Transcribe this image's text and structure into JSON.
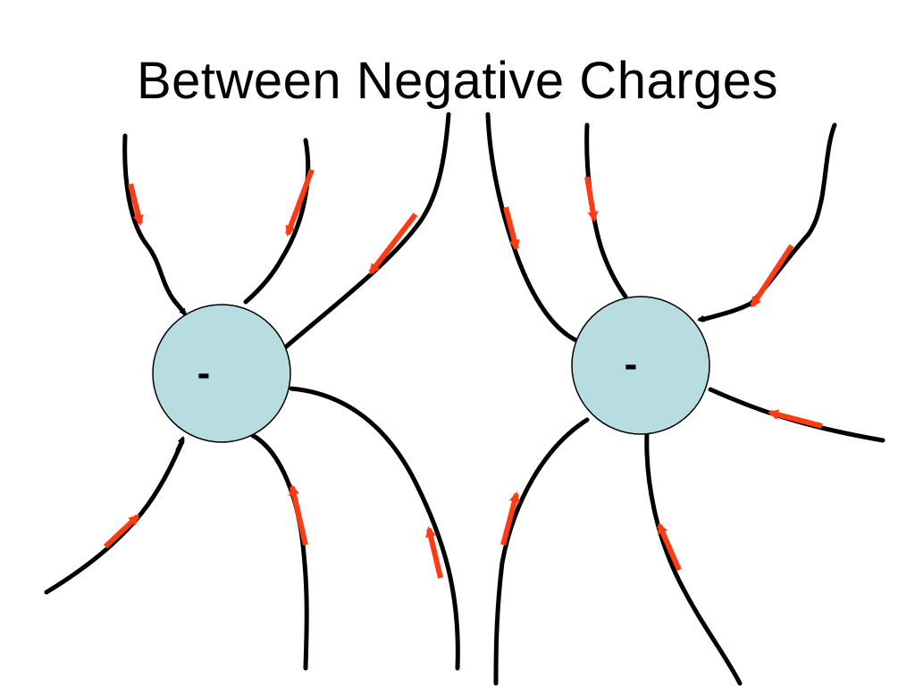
{
  "slide": {
    "title": "Between Negative Charges"
  },
  "charges": [
    {
      "id": "left",
      "sign": "-"
    },
    {
      "id": "right",
      "sign": "-"
    }
  ],
  "colors": {
    "line": "#000000",
    "arrow": "#ff3b14",
    "charge_fill": "#b8dde0",
    "charge_stroke": "#000000"
  }
}
